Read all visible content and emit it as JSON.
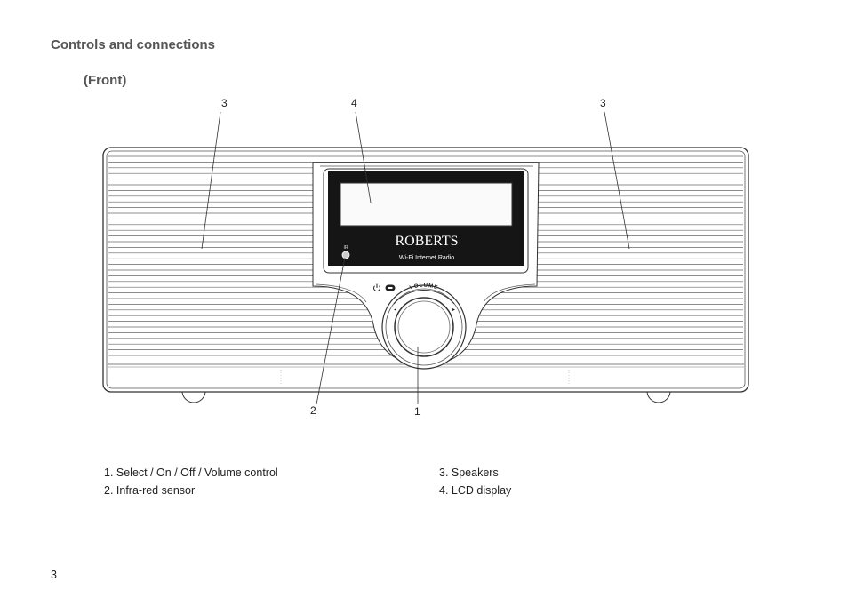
{
  "page": {
    "heading": "Controls and connections",
    "subheading": "(Front)",
    "page_number": "3"
  },
  "device": {
    "brand": "ROBERTS",
    "model_text": "Wi-Fi Internet Radio",
    "ir_label": "IR",
    "volume_label": "VOLUME",
    "power_icon": "power-icon",
    "power_button_icon": "power-pill-icon"
  },
  "callouts": {
    "speaker_left": "3",
    "lcd": "4",
    "speaker_right": "3",
    "ir_sensor": "2",
    "volume": "1"
  },
  "legend": {
    "left": [
      "1. Select / On / Off / Volume control",
      "2. Infra-red sensor"
    ],
    "right": [
      "3. Speakers",
      "4. LCD display"
    ]
  }
}
